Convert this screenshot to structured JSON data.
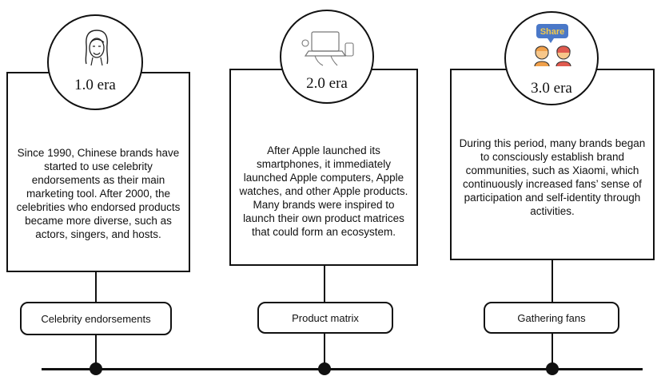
{
  "eras": [
    {
      "era_label": "1.0 era",
      "icon": "woman-face-icon",
      "description": "Since 1990, Chinese brands have started to use celebrity endorsements as their main marketing tool. After 2000, the celebrities who endorsed products became more diverse, such as actors, singers, and hosts.",
      "tag": "Celebrity endorsements"
    },
    {
      "era_label": "2.0 era",
      "icon": "devices-hands-icon",
      "description": "After Apple launched its smartphones, it immediately launched Apple computers, Apple watches, and other Apple products. Many brands were inspired to launch their own product matrices that could form an ecosystem.",
      "tag": "Product matrix"
    },
    {
      "era_label": "3.0 era",
      "icon": "share-people-icon",
      "icon_text": "Share",
      "description": "During this period, many brands began to consciously establish brand communities, such as Xiaomi, which continuously increased fans’ sense of participation and self-identity through activities.",
      "tag": "Gathering fans"
    }
  ],
  "colors": {
    "line": "#111111",
    "share_blue": "#4a78c8",
    "share_yellow": "#f2c94c",
    "face_orange": "#f0a04b",
    "face_red": "#e05a4f"
  }
}
